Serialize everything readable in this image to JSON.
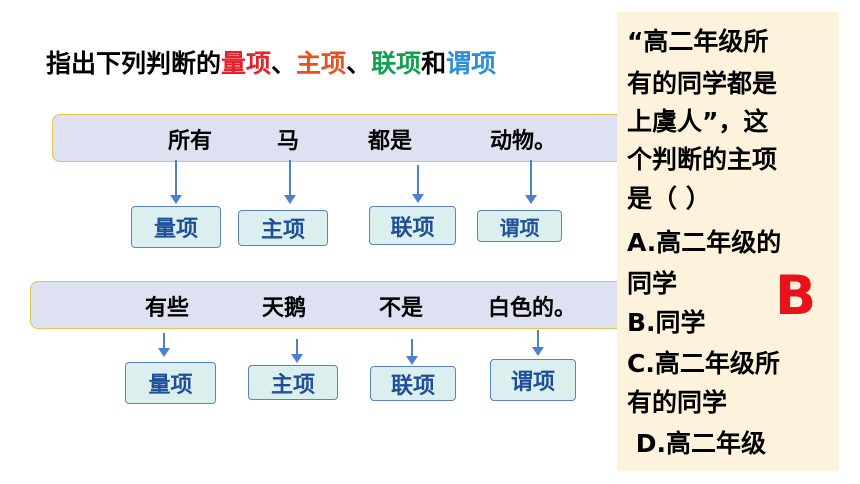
{
  "title": {
    "prefix": "指出下列判断的",
    "quantifier": "量项",
    "sep1": "、",
    "subject": "主项",
    "sep2": "、",
    "copula": "联项",
    "and": "和",
    "predicate": "谓项"
  },
  "sentence1": {
    "words": [
      "所有",
      "马",
      "都是",
      "动物。"
    ],
    "labels": [
      "量项",
      "主项",
      "联项",
      "谓项"
    ]
  },
  "sentence2": {
    "words": [
      "有些",
      "天鹅",
      "不是",
      "白色的。"
    ],
    "labels": [
      "量项",
      "主项",
      "联项",
      "谓项"
    ]
  },
  "question": {
    "lines": [
      "“高二年级所",
      "有的同学都是",
      "上虞人”，这",
      "个判断的主项",
      "是（    ）",
      "A.高二年级的",
      "同学",
      "B.同学",
      "C.高二年级所",
      "有的同学",
      " D.高二年级"
    ],
    "answer": "B"
  },
  "colors": {
    "quantifier": "#e8202a",
    "subject": "#e8501c",
    "copula": "#10a050",
    "predicate": "#2a8fd8",
    "answer": "#e8121a"
  }
}
